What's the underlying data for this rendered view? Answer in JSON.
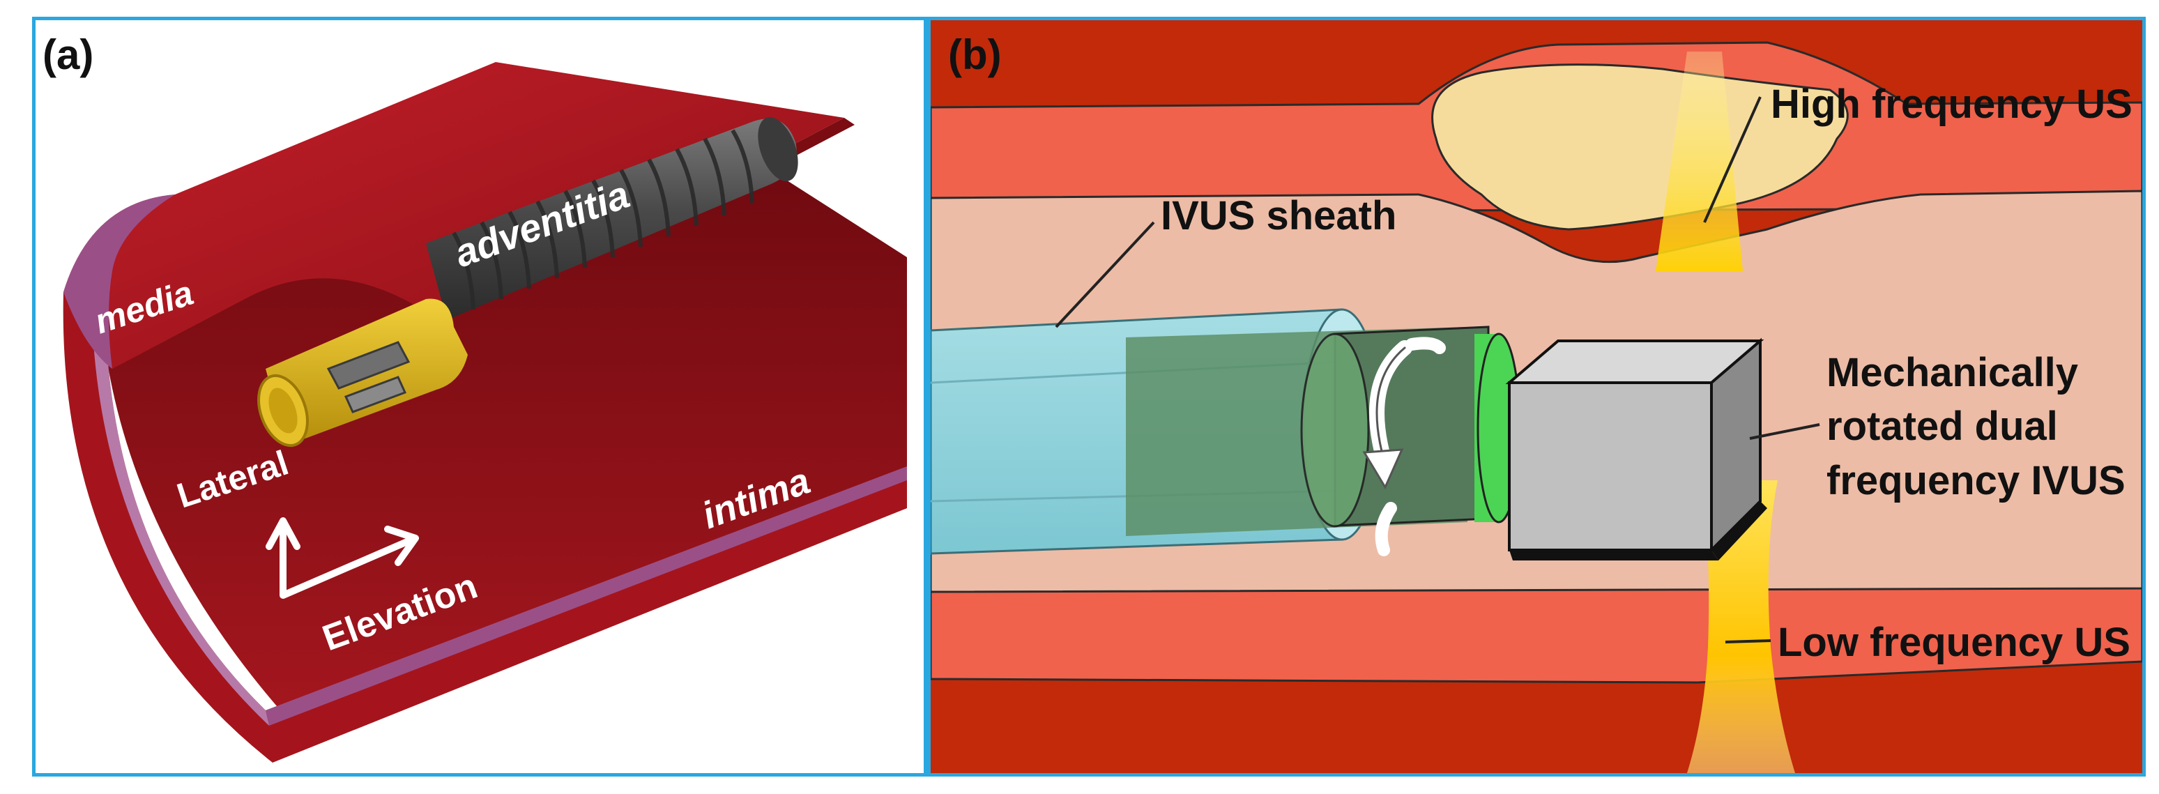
{
  "panel_a": {
    "label": "(a)",
    "layers": {
      "adventitia": "adventitia",
      "media": "media",
      "intima": "intima"
    },
    "axes": {
      "lateral": "Lateral",
      "elevation": "Elevation"
    }
  },
  "panel_b": {
    "label": "(b)",
    "callouts": {
      "high_frequency": "High frequency US",
      "sheath": "IVUS sheath",
      "device_line1": "Mechanically",
      "device_line2": "rotated dual",
      "device_line3": "frequency IVUS",
      "low_frequency": "Low frequency US"
    }
  },
  "colors": {
    "frame_border": "#2aa7df",
    "vessel_wall": "#a5141c",
    "media_layer": "#9b4f87",
    "catheter": "#555555",
    "transducer_housing": "#d9b114",
    "blood_lumen": "#edbca6",
    "arterial_wall": "#c22a0a",
    "intima_band": "#f0624c",
    "plaque": "#f6dc9c",
    "sheath": "#8fd3dc",
    "transducer_block": "#c0c0c0",
    "ultrasound_beam": "#ffd200"
  }
}
